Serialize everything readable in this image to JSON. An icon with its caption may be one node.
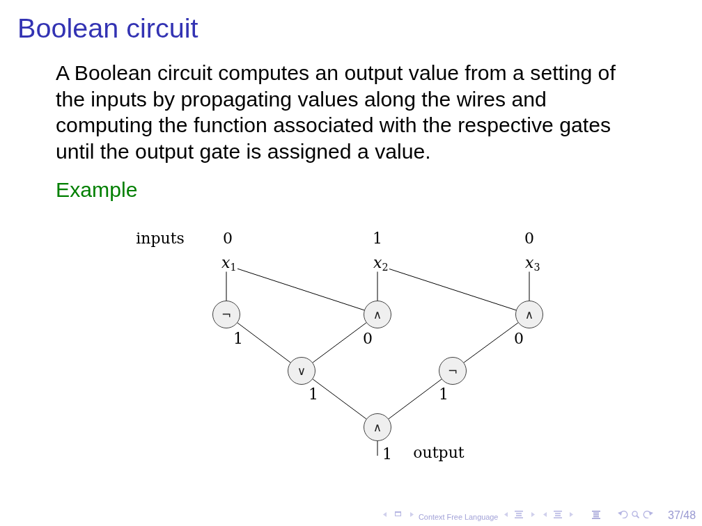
{
  "diagram": {
    "title": "Boolean circuit",
    "nodes": [
      {
        "text": [
          "*x*$_{1}$"
        ],
        "beside": [
          "0"
        ]
      },
      {
        "text": [
          "*x*$_{2}$"
        ],
        "beside": [
          "1"
        ]
      },
      {
        "text": [
          "*x*$_{3}$"
        ],
        "beside": [
          "0"
        ]
      },
      {
        "text": [
          "¬"
        ],
        "beside": [
          "1"
        ]
      },
      {
        "text": [
          "∧"
        ],
        "beside": [
          "0"
        ]
      },
      {
        "text": [
          "∧"
        ],
        "beside": [
          "0"
        ]
      },
      {
        "text": [
          "∨"
        ],
        "beside": [
          "1"
        ]
      },
      {
        "text": [
          "¬"
        ],
        "beside": [
          "1"
        ]
      },
      {
        "text": [
          "∧"
        ],
        "beside": [
          "1"
        ]
      }
    ],
    "edges": [
      {
        "from": 0,
        "to": 3,
        "arrow": "none"
      },
      {
        "from": 0,
        "to": 4,
        "arrow": "none"
      },
      {
        "from": 1,
        "to": 4,
        "arrow": "none"
      },
      {
        "from": 1,
        "to": 5,
        "arrow": "none"
      },
      {
        "from": 2,
        "to": 5,
        "arrow": "none"
      },
      {
        "from": 3,
        "to": 6,
        "arrow": "none"
      },
      {
        "from": 4,
        "to": 6,
        "arrow": "none"
      },
      {
        "from": 5,
        "to": 7,
        "arrow": "none"
      },
      {
        "from": 6,
        "to": 8,
        "arrow": "none"
      },
      {
        "from": 7,
        "to": 8,
        "arrow": "none"
      },
      {
        "from": 8,
        "to": null,
        "arrow": "none"
      }
    ],
    "labels": [
      "A Boolean circuit computes an output value from a setting of the inputs by propagating values along the wires and computing the function associated with the respective gates until the output gate is assigned a value.",
      "Example",
      "inputs",
      "output",
      "Context Free Language",
      "37/48"
    ]
  }
}
